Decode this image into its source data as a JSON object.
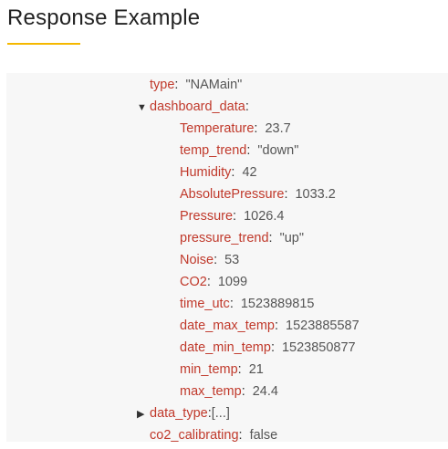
{
  "heading": {
    "title": "Response Example"
  },
  "response": {
    "type": {
      "key": "type",
      "value": "\"NAMain\""
    },
    "dashboard_data": {
      "key": "dashboard_data",
      "expand_symbol": "▼",
      "fields": [
        {
          "key": "Temperature",
          "value": "23.7"
        },
        {
          "key": "temp_trend",
          "value": "\"down\""
        },
        {
          "key": "Humidity",
          "value": "42"
        },
        {
          "key": "AbsolutePressure",
          "value": "1033.2"
        },
        {
          "key": "Pressure",
          "value": "1026.4"
        },
        {
          "key": "pressure_trend",
          "value": "\"up\""
        },
        {
          "key": "Noise",
          "value": "53"
        },
        {
          "key": "CO2",
          "value": "1099"
        },
        {
          "key": "time_utc",
          "value": "1523889815"
        },
        {
          "key": "date_max_temp",
          "value": "1523885587"
        },
        {
          "key": "date_min_temp",
          "value": "1523850877"
        },
        {
          "key": "min_temp",
          "value": "21"
        },
        {
          "key": "max_temp",
          "value": "24.4"
        }
      ]
    },
    "data_type": {
      "key": "data_type",
      "value": "[...]",
      "expand_symbol": "▶"
    },
    "co2_calibrating": {
      "key": "co2_calibrating",
      "value": "false"
    }
  },
  "colors": {
    "key": "#c0392b",
    "value": "#555555",
    "accent_underline": "#f5b800",
    "panel_background": "#f7f7f7"
  }
}
